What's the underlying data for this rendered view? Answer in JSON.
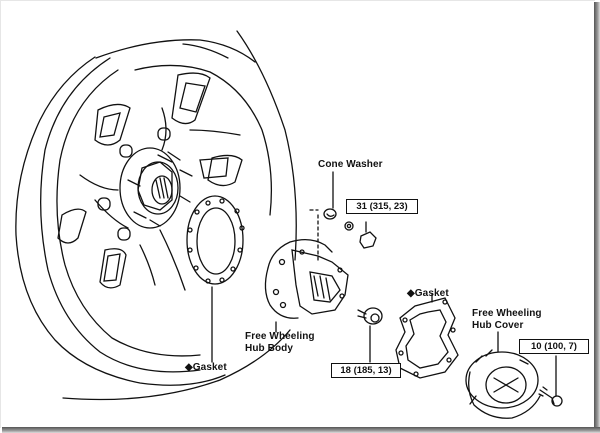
{
  "diagram": {
    "subject": "Free wheeling hub exploded view",
    "labels": {
      "cone_washer": "Cone Washer",
      "torque_nut": "31 (315, 23)",
      "hub_body_line1": "Free Wheeling",
      "hub_body_line2": "Hub Body",
      "gasket_left": "Gasket",
      "torque_bolt_body": "18 (185, 13)",
      "gasket_right": "Gasket",
      "hub_cover_line1": "Free Wheeling",
      "hub_cover_line2": "Hub Cover",
      "torque_bolt_cover": "10 (100, 7)"
    },
    "symbols": {
      "non_reusable_part": "◆"
    }
  }
}
